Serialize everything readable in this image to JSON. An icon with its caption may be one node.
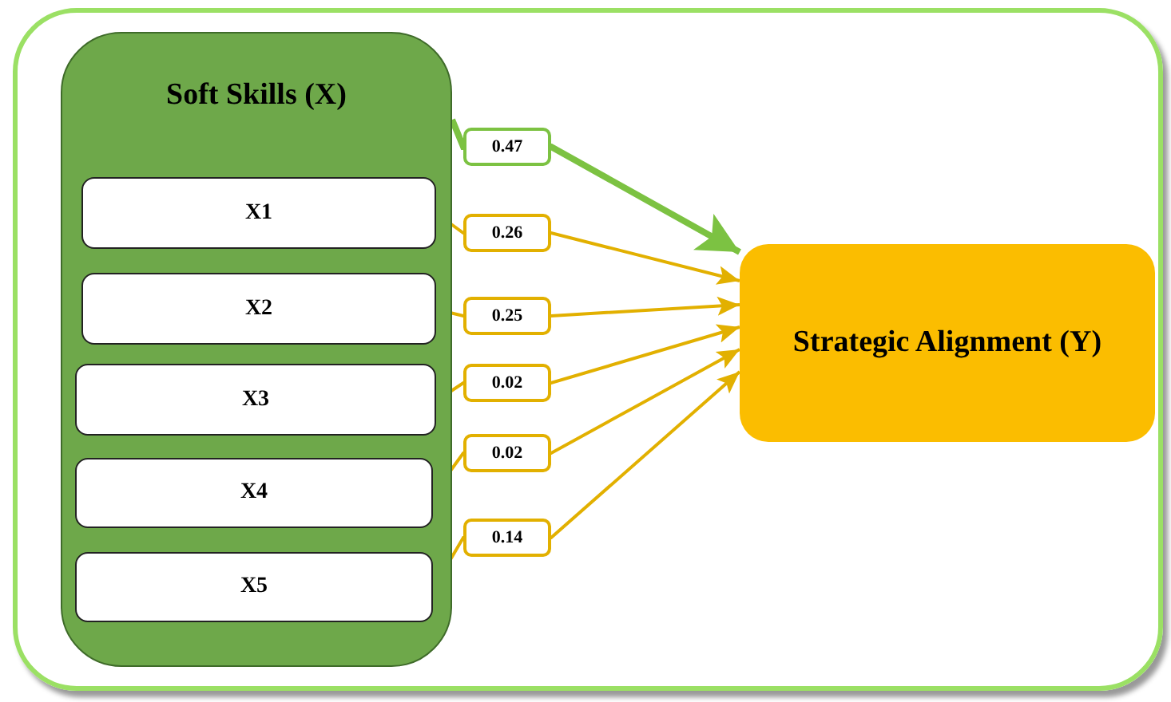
{
  "diagram": {
    "nodes": [
      {
        "text": [
          "Soft Skills (X)"
        ]
      },
      {
        "text": [
          "X1"
        ],
        "in": 0
      },
      {
        "text": [
          "X2"
        ],
        "in": 0
      },
      {
        "text": [
          "X3"
        ],
        "in": 0
      },
      {
        "text": [
          "X4"
        ],
        "in": 0
      },
      {
        "text": [
          "X5"
        ],
        "in": 0
      },
      {
        "text": [
          "Strategic Alignment (Y)"
        ]
      }
    ],
    "edges": [
      {
        "from": 0,
        "to": 6,
        "arrow": "to",
        "label": "0.47",
        "style": "thick",
        "color": "#7cc242"
      },
      {
        "from": 1,
        "to": 6,
        "arrow": "to",
        "label": "0.26"
      },
      {
        "from": 2,
        "to": 6,
        "arrow": "to",
        "label": "0.25"
      },
      {
        "from": 3,
        "to": 6,
        "arrow": "to",
        "label": "0.02"
      },
      {
        "from": 4,
        "to": 6,
        "arrow": "to",
        "label": "0.02"
      },
      {
        "from": 5,
        "to": 6,
        "arrow": "to",
        "label": "0.14"
      }
    ]
  }
}
